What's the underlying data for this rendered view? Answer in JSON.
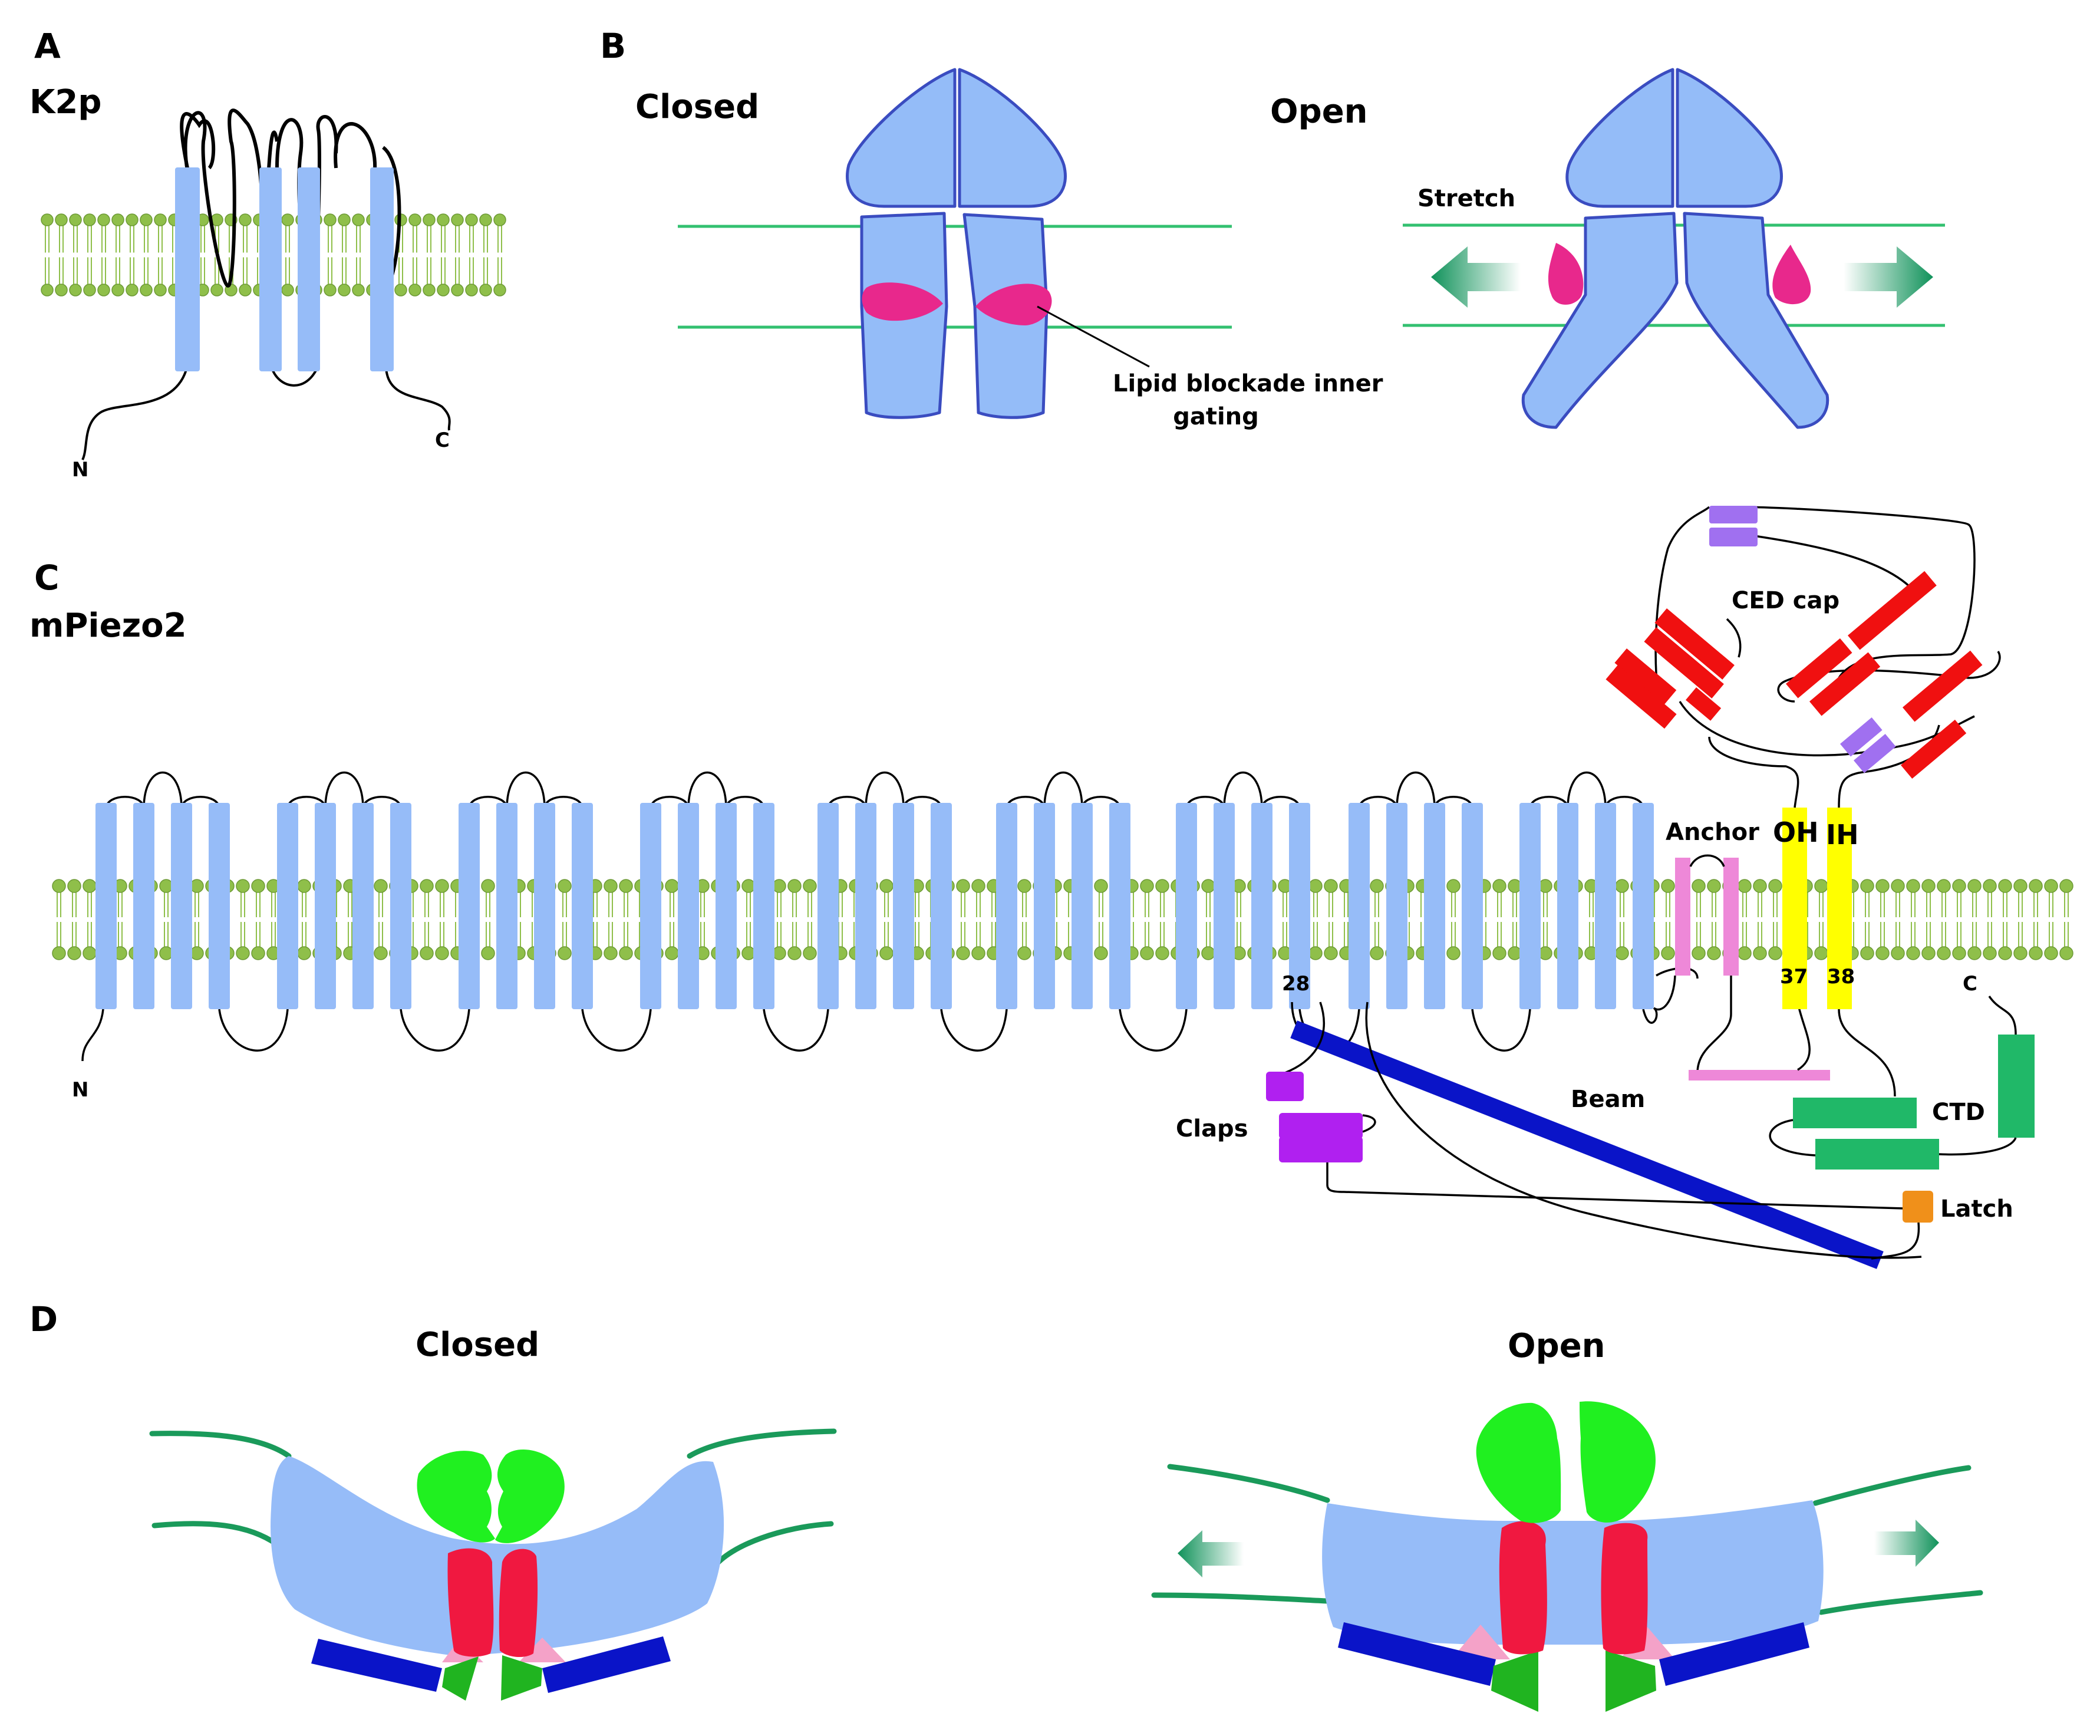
{
  "panels": {
    "a": {
      "letter": "A",
      "title": "K2p",
      "n_label": "N",
      "c_label": "C"
    },
    "b": {
      "letter": "B",
      "closed_title": "Closed",
      "open_title": "Open",
      "stretch_label": "Stretch",
      "lipid_label_line1": "Lipid blockade inner",
      "lipid_label_line2": "gating"
    },
    "c": {
      "letter": "C",
      "title": "mPiezo2",
      "n_label": "N",
      "c_label": "C",
      "ced_cap_label": "CED cap",
      "anchor_label": "Anchor",
      "oh_label": "OH",
      "ih_label": "IH",
      "tm28_label": "28",
      "tm37_label": "37",
      "tm38_label": "38",
      "beam_label": "Beam",
      "claps_label": "Claps",
      "ctd_label": "CTD",
      "latch_label": "Latch"
    },
    "d": {
      "letter": "D",
      "closed_title": "Closed",
      "open_title": "Open"
    }
  },
  "colors": {
    "helix_blue": "#96bcf8",
    "lipid_green": "#8fbf4a",
    "membrane_green": "#33c070",
    "lipid_magenta": "#e8288c",
    "ced_red": "#f01010",
    "ced_purple": "#a070f0",
    "anchor_pink": "#ee88d8",
    "pore_yellow": "#ffff00",
    "ctd_green": "#20b868",
    "beam_navy": "#0a14c8",
    "claps_purple": "#b020f0",
    "latch_orange": "#f0901a",
    "cap_green": "#20f020",
    "pore_red": "#f01840"
  },
  "icons": [
    "stretch-arrow-left-icon",
    "stretch-arrow-right-icon"
  ]
}
